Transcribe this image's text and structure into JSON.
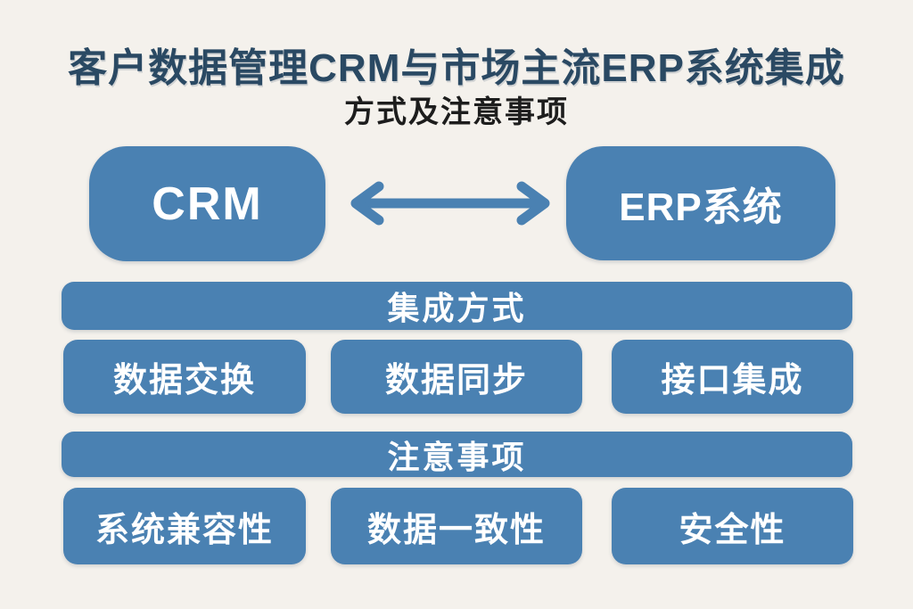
{
  "colors": {
    "bg": "#f4f1ec",
    "accent": "#4a81b2",
    "title": "#2a4963",
    "subtitle": "#1d1d1d",
    "boxtext": "#ffffff"
  },
  "header": {
    "title": "客户数据管理CRM与市场主流ERP系统集成",
    "subtitle": "方式及注意事项"
  },
  "nodes": {
    "crm": "CRM",
    "erp": "ERP系统"
  },
  "sections": [
    {
      "header": "集成方式",
      "items": [
        "数据交换",
        "数据同步",
        "接口集成"
      ]
    },
    {
      "header": "注意事项",
      "items": [
        "系统兼容性",
        "数据一致性",
        "安全性"
      ]
    }
  ]
}
